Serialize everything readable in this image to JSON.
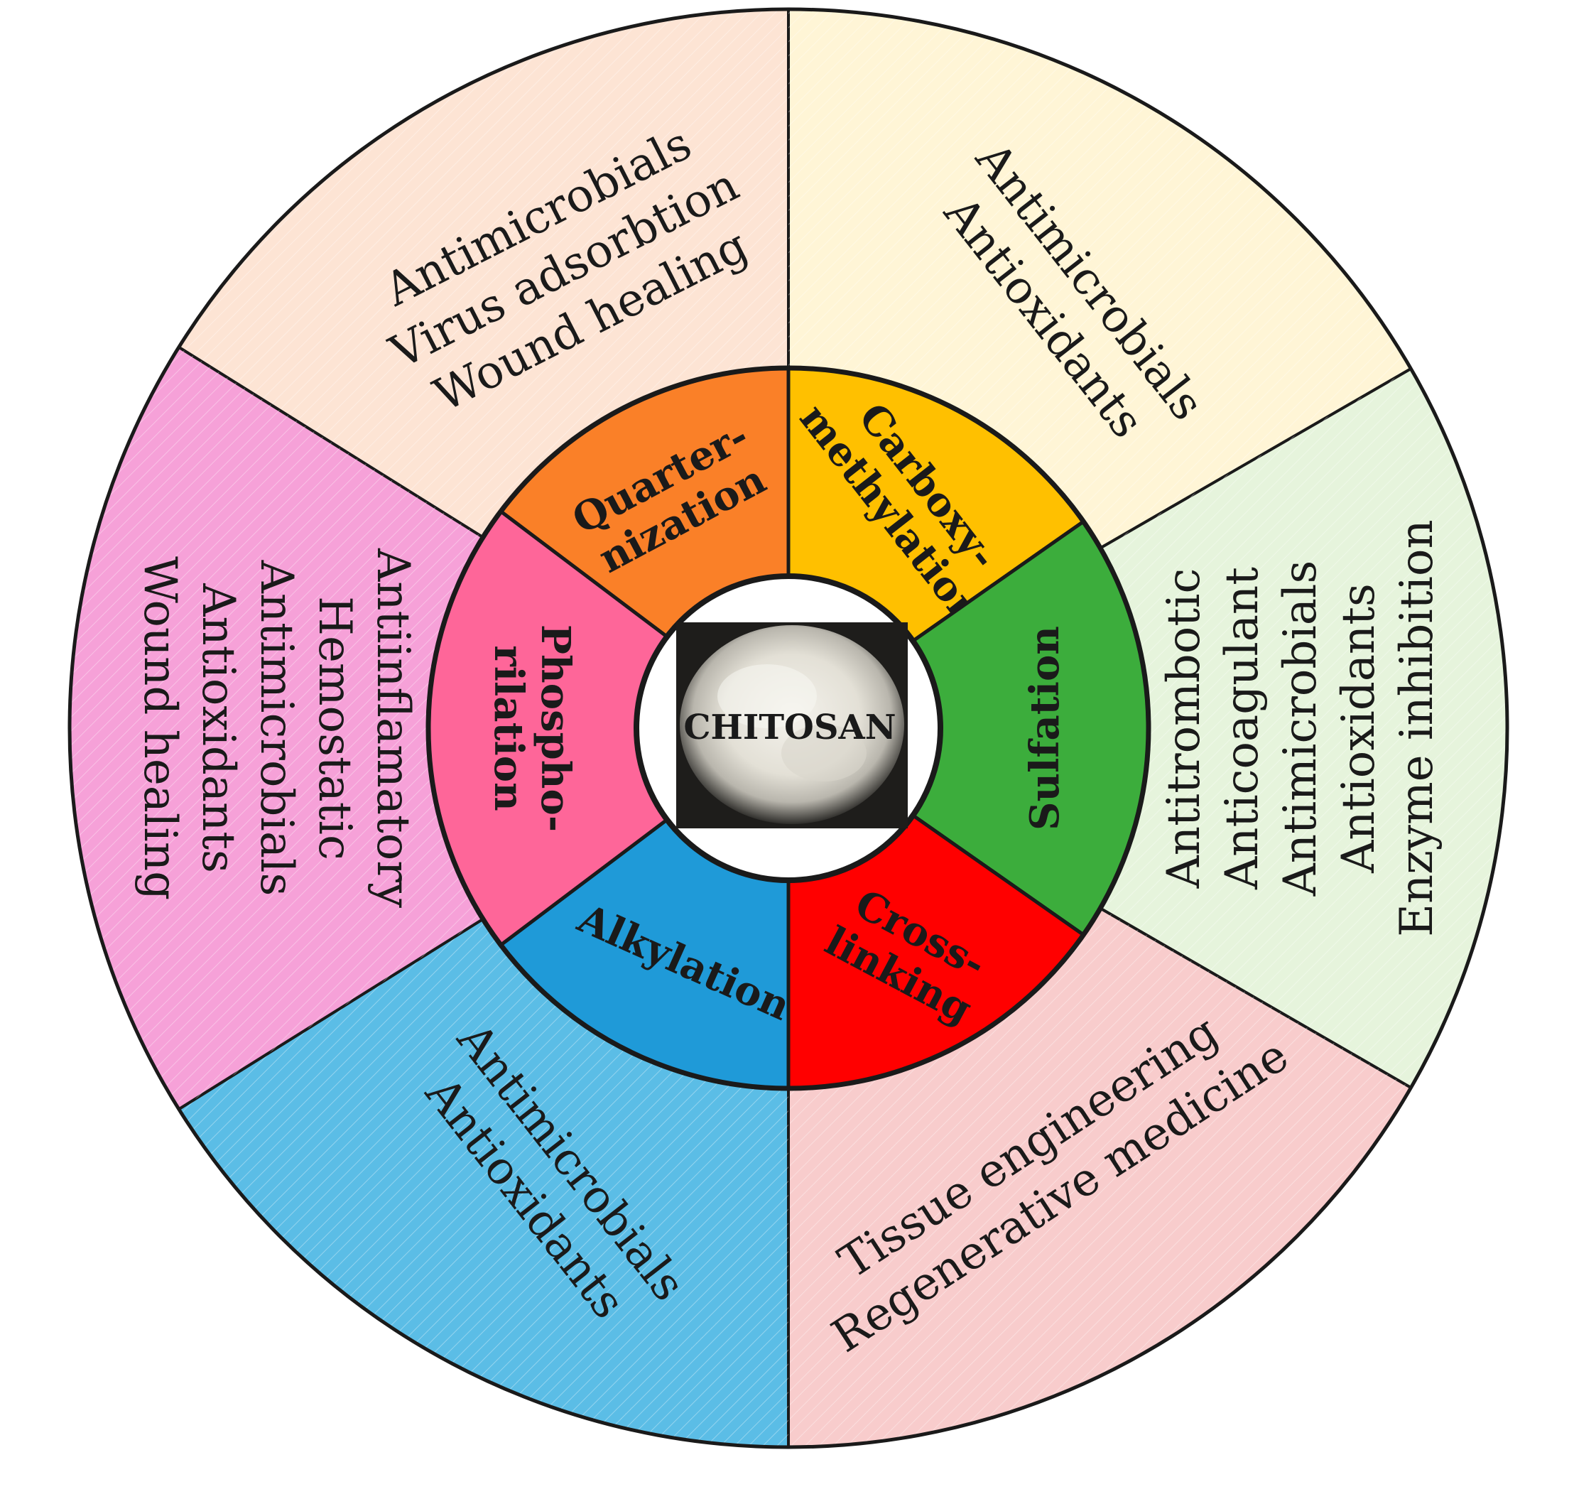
{
  "center": {
    "label": "CHITOSAN"
  },
  "segments": [
    {
      "id": "quaternization",
      "modification": [
        "Quarter-",
        "nization"
      ],
      "applications": [
        "Antimicrobials",
        "Virus adsorbtion",
        "Wound healing"
      ],
      "inner_color": "#fa8028",
      "outer_color": "#fde4d4"
    },
    {
      "id": "carboxymethylation",
      "modification": [
        "Carboxy-",
        "methylation"
      ],
      "applications": [
        "Antimicrobials",
        "Antioxidants"
      ],
      "inner_color": "#ffc000",
      "outer_color": "#fff5d6"
    },
    {
      "id": "sulfation",
      "modification": [
        "Sulfation"
      ],
      "applications": [
        "Antitrombotic",
        "Anticoagulant",
        "Antimicrobials",
        "Antioxidants",
        "Enzyme inhibition"
      ],
      "inner_color": "#3cad3c",
      "outer_color": "#e6f4dc"
    },
    {
      "id": "cross-linking",
      "modification": [
        "Cross-",
        "linking"
      ],
      "applications": [
        "Tissue engineering",
        "Regenerative medicine"
      ],
      "inner_color": "#ff0000",
      "outer_color": "#f8cccc"
    },
    {
      "id": "alkylation",
      "modification": [
        "Alkylation"
      ],
      "applications": [
        "Antimicrobials",
        "Antioxidants"
      ],
      "inner_color": "#1f9ad8",
      "outer_color": "#5bbde6"
    },
    {
      "id": "phosphorilation",
      "modification": [
        "Phospho-",
        "rilation"
      ],
      "applications": [
        "Antiinflamatory",
        "Hemostatic",
        "Antimicrobials",
        "Antioxidants",
        "Wound healing"
      ],
      "inner_color": "#fe6699",
      "outer_color": "#f6a1d8"
    }
  ]
}
